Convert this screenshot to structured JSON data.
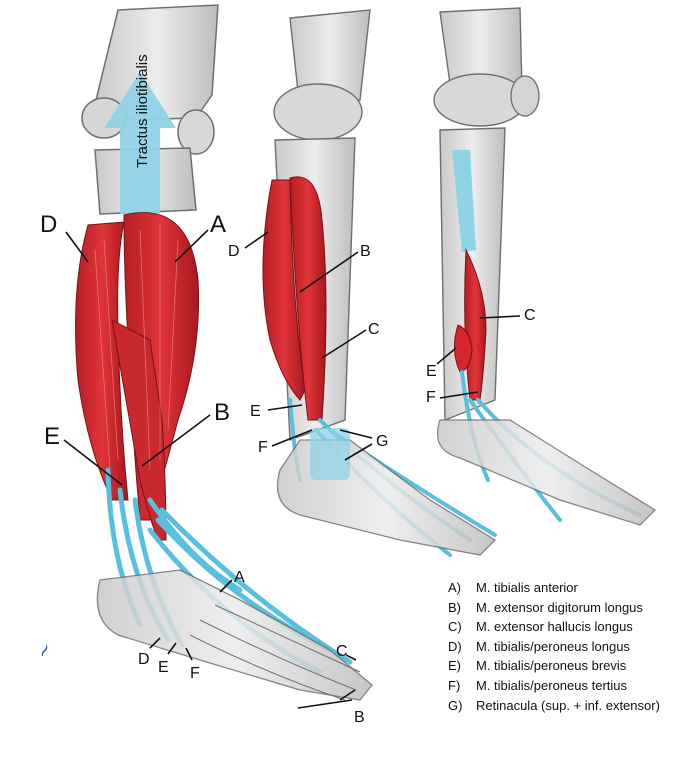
{
  "arrow_text": "Tractus iliotibialis",
  "labels": {
    "fig1": [
      "D",
      "A",
      "E",
      "B",
      "A",
      "C",
      "D",
      "E",
      "F",
      "B"
    ],
    "fig2": [
      "D",
      "B",
      "C",
      "E",
      "F",
      "G"
    ],
    "fig3": [
      "C",
      "E",
      "F"
    ]
  },
  "legend": [
    {
      "key": "A)",
      "text": "M. tibialis anterior"
    },
    {
      "key": "B)",
      "text": "M. extensor digitorum longus"
    },
    {
      "key": "C)",
      "text": "M. extensor hallucis longus"
    },
    {
      "key": "D)",
      "text": "M. tibialis/peroneus longus"
    },
    {
      "key": "E)",
      "text": "M. tibialis/peroneus brevis"
    },
    {
      "key": "F)",
      "text": "M. tibialis/peroneus tertius"
    },
    {
      "key": "G)",
      "text": "Retinacula (sup. + inf. extensor)"
    }
  ],
  "colors": {
    "muscle": "#d7262d",
    "muscle_dark": "#8e1419",
    "tendon": "#59bfdf",
    "bone": "#dcdcdc",
    "bone_outline": "#6f6f6f"
  }
}
